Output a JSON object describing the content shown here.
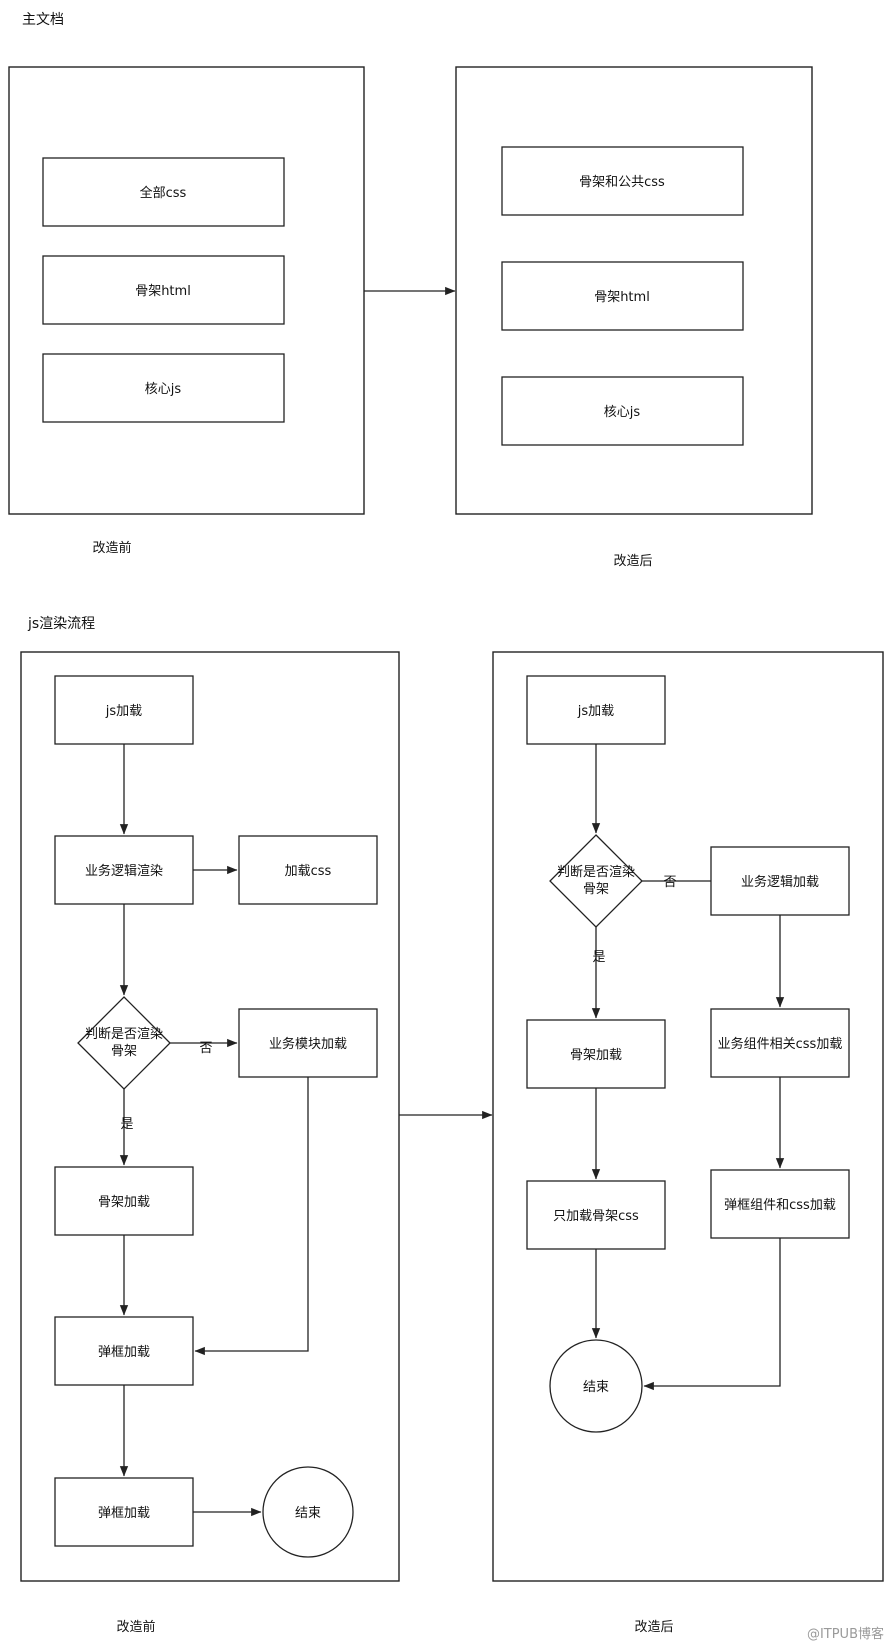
{
  "sections": {
    "main_doc_title": "主文档",
    "js_render_title": "js渲染流程"
  },
  "before_label": "改造前",
  "after_label": "改造后",
  "doc_before": {
    "items": [
      "全部css",
      "骨架html",
      "核心js"
    ]
  },
  "doc_after": {
    "items": [
      "骨架和公共css",
      "骨架html",
      "核心js"
    ]
  },
  "flow_before": {
    "js_load": "js加载",
    "biz_render": "业务逻辑渲染",
    "load_css": "加载css",
    "decision": [
      "判断是否渲染",
      "骨架"
    ],
    "no": "否",
    "yes": "是",
    "biz_module": "业务模块加载",
    "skeleton_load": "骨架加载",
    "popup_load_1": "弹框加载",
    "popup_load_2": "弹框加载",
    "end": "结束"
  },
  "flow_after": {
    "js_load": "js加载",
    "decision": [
      "判断是否渲染",
      "骨架"
    ],
    "no": "否",
    "yes": "是",
    "biz_logic_load": "业务逻辑加载",
    "skeleton_load": "骨架加载",
    "biz_component_css": "业务组件相关css加载",
    "only_skeleton_css": "只加载骨架css",
    "popup_component_css": "弹框组件和css加载",
    "end": "结束"
  },
  "watermark": "@ITPUB博客"
}
